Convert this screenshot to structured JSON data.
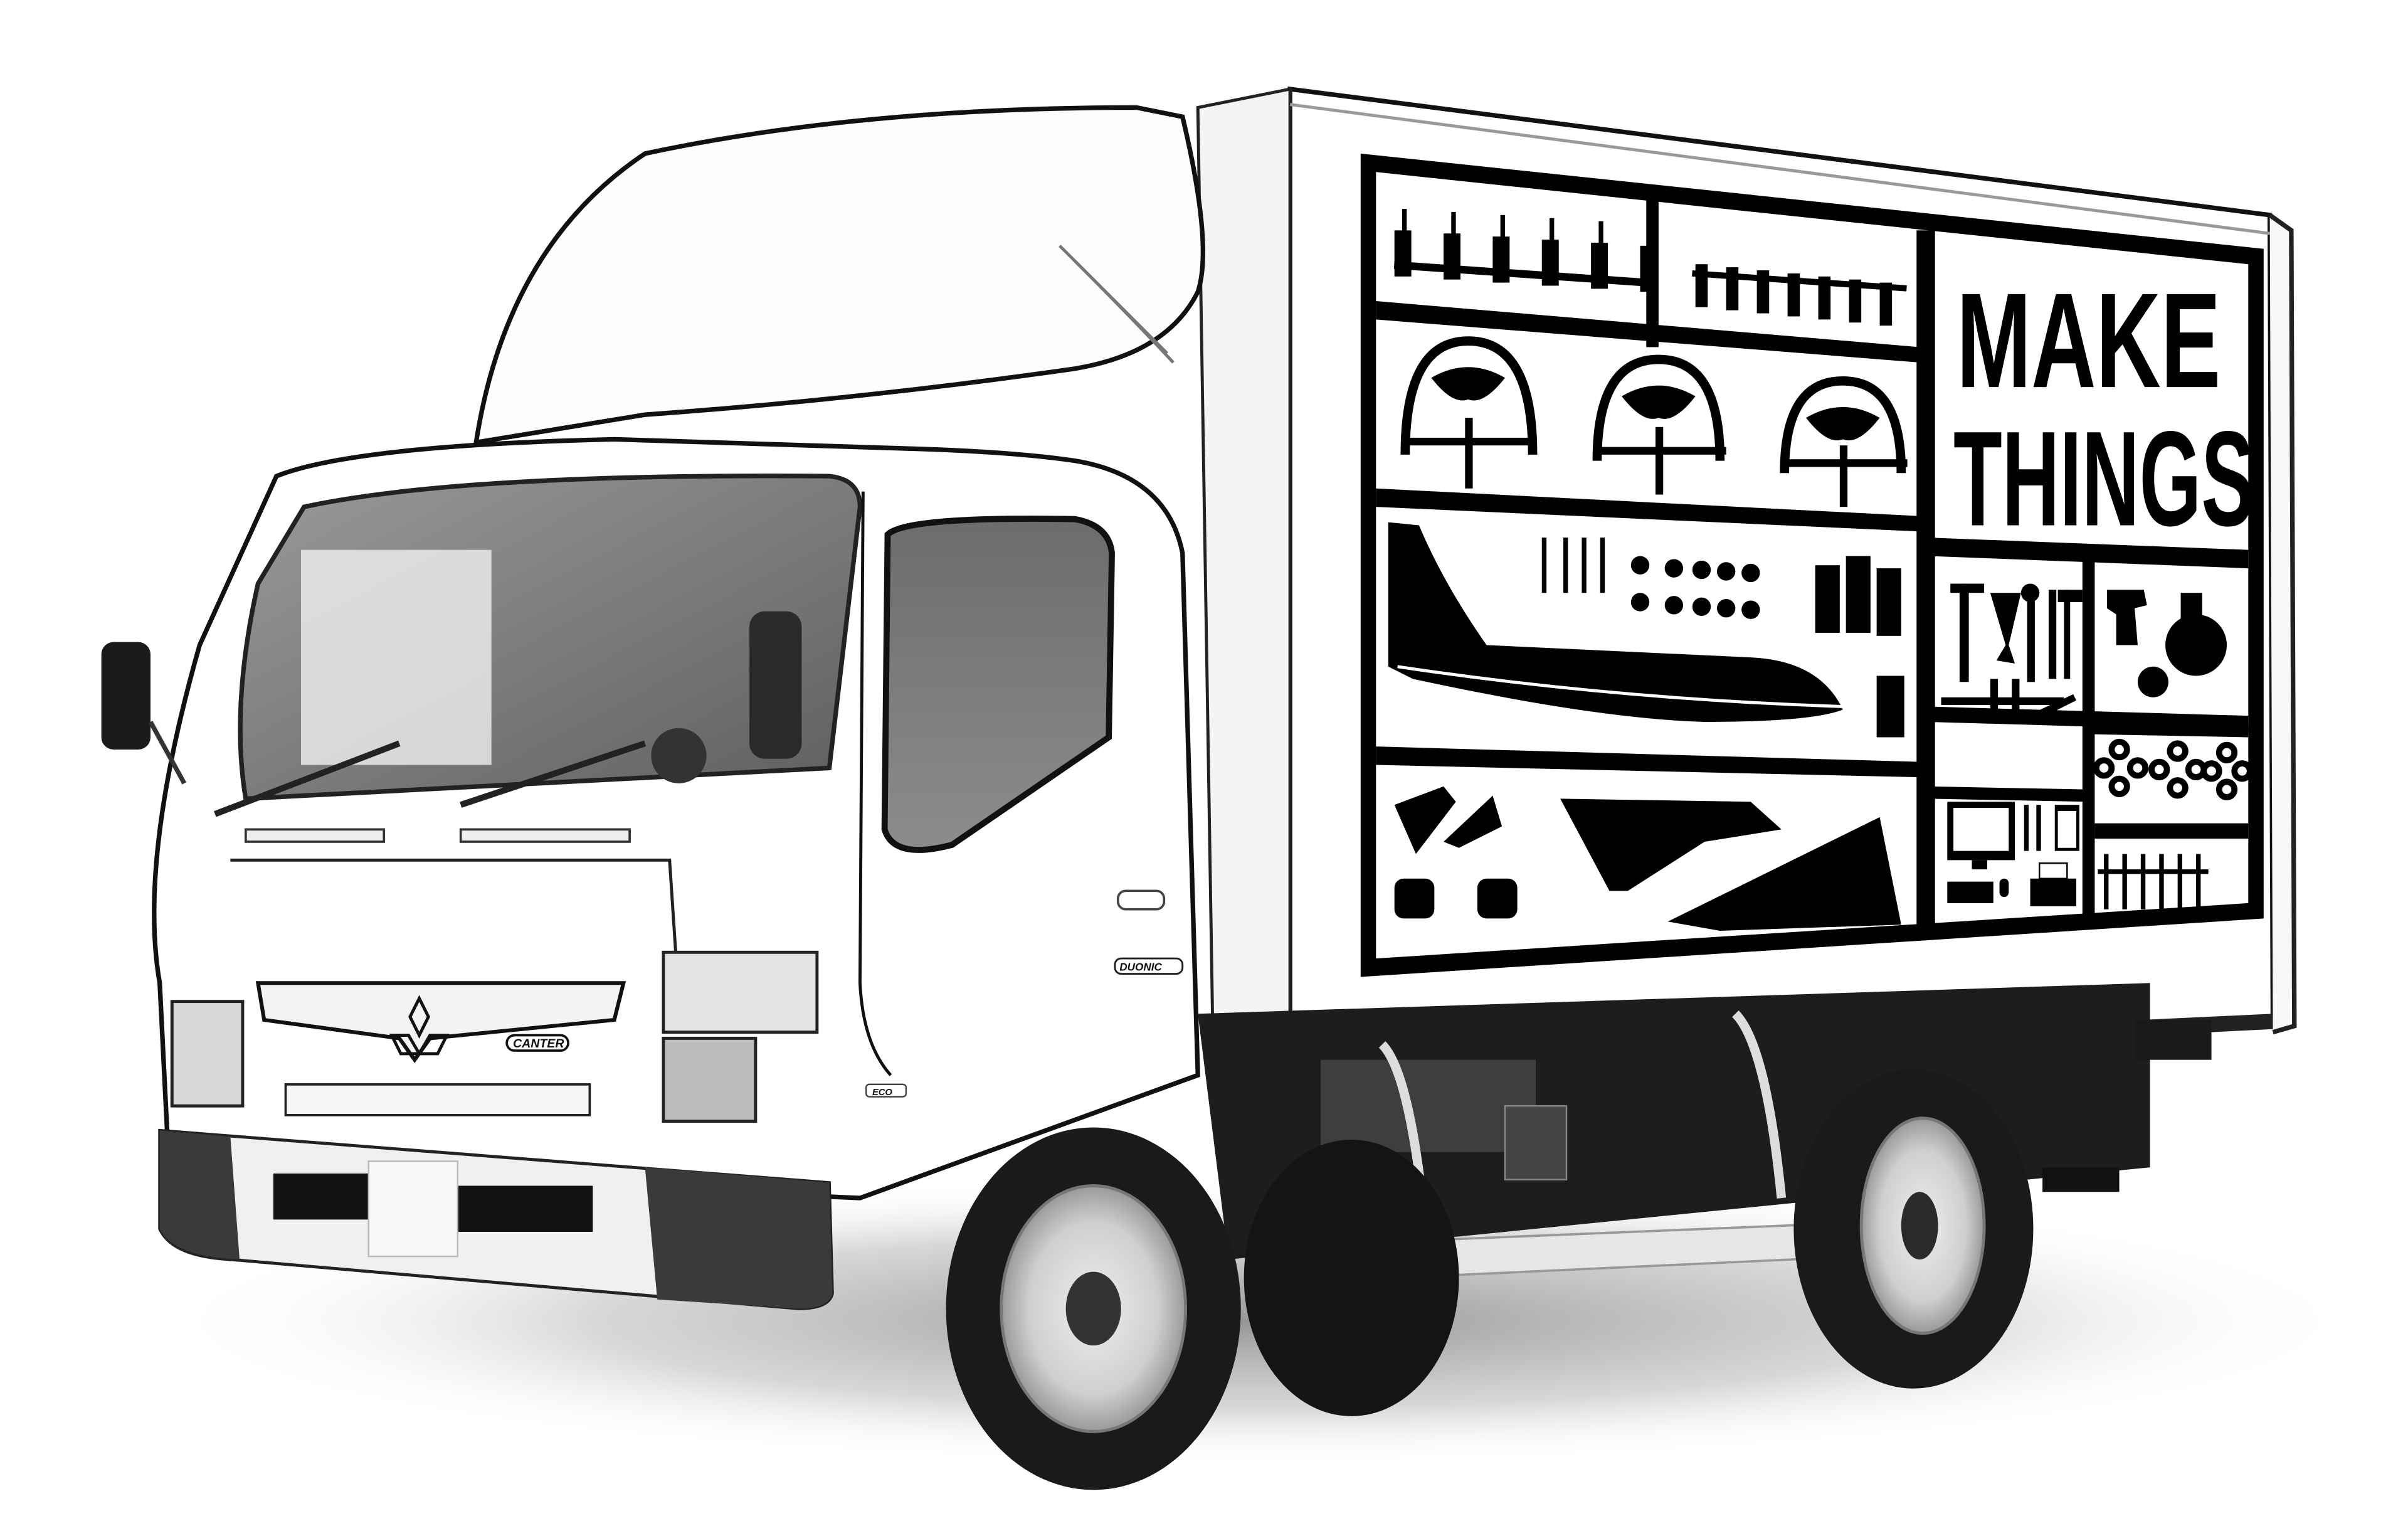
{
  "image": {
    "subject": "Box truck with model-kit sprue graphic",
    "style": "grayscale sketch / photo composite",
    "background": "#ffffff"
  },
  "truck": {
    "brand_emblem": "three-diamond-emblem",
    "grille_badge": "CANTER",
    "door_badge": "DUONIC",
    "fender_badge": "ECO"
  },
  "box_graphic": {
    "headline_line1": "MAKE",
    "headline_line2": "THINGS",
    "sections": [
      {
        "name": "seat-rows",
        "items": [
          "seat",
          "seat",
          "seat",
          "seat",
          "seat",
          "seat",
          "seat",
          "seat",
          "seat",
          "seat",
          "seat",
          "seat",
          "seat",
          "seat"
        ]
      },
      {
        "name": "cockpit-domes",
        "items": [
          "dome",
          "dome",
          "dome"
        ]
      },
      {
        "name": "airplane",
        "items": [
          "fuselage",
          "landing-gear",
          "wheels",
          "engine-nacelles"
        ]
      },
      {
        "name": "wings",
        "items": [
          "tailplane",
          "tailplane",
          "wing",
          "wing",
          "jet-engine",
          "jet-engine"
        ]
      },
      {
        "name": "hand-tools",
        "items": [
          "caliper",
          "pliers",
          "wrench",
          "screwdriver",
          "hammer",
          "clamp",
          "compass"
        ]
      },
      {
        "name": "power-tools",
        "items": [
          "drill",
          "circular-saw",
          "heat-gun"
        ]
      },
      {
        "name": "nuts",
        "items": [
          "hex-nut-cluster",
          "hex-nut-cluster",
          "hex-nut-cluster"
        ]
      },
      {
        "name": "computer",
        "items": [
          "monitor",
          "keyboard",
          "mouse",
          "pens",
          "tablet",
          "printer"
        ]
      },
      {
        "name": "screws",
        "items": [
          "screw",
          "screw",
          "screw",
          "screw",
          "screw",
          "screw"
        ]
      }
    ]
  },
  "colors": {
    "sprue": "#000000",
    "panel": "#ffffff",
    "glass": "#7a7a7a",
    "tire": "#1a1a1a",
    "bumper_dark": "#3a3a3a",
    "shadow": "#cfcfcf"
  }
}
